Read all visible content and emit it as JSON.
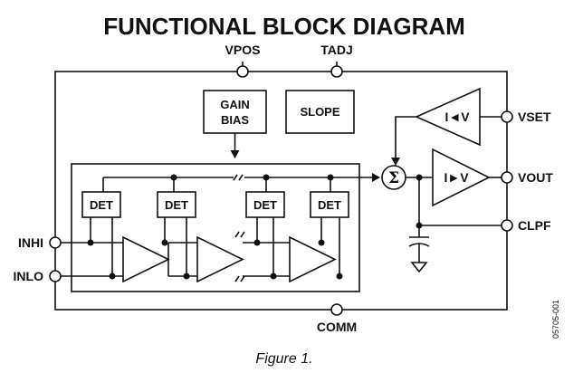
{
  "title": "FUNCTIONAL BLOCK DIAGRAM",
  "pins": {
    "vpos": "VPOS",
    "tadj": "TADJ",
    "vset": "VSET",
    "vout": "VOUT",
    "clpf": "CLPF",
    "inhi": "INHI",
    "inlo": "INLO",
    "comm": "COMM"
  },
  "blocks": {
    "gain_bias_line1": "GAIN",
    "gain_bias_line2": "BIAS",
    "slope": "SLOPE",
    "det": "DET",
    "summer_symbol": "Σ",
    "i_to_v_top": "I◄V",
    "i_to_v_bottom": "I►V"
  },
  "caption": "Figure 1.",
  "doc_code": "05705-001"
}
